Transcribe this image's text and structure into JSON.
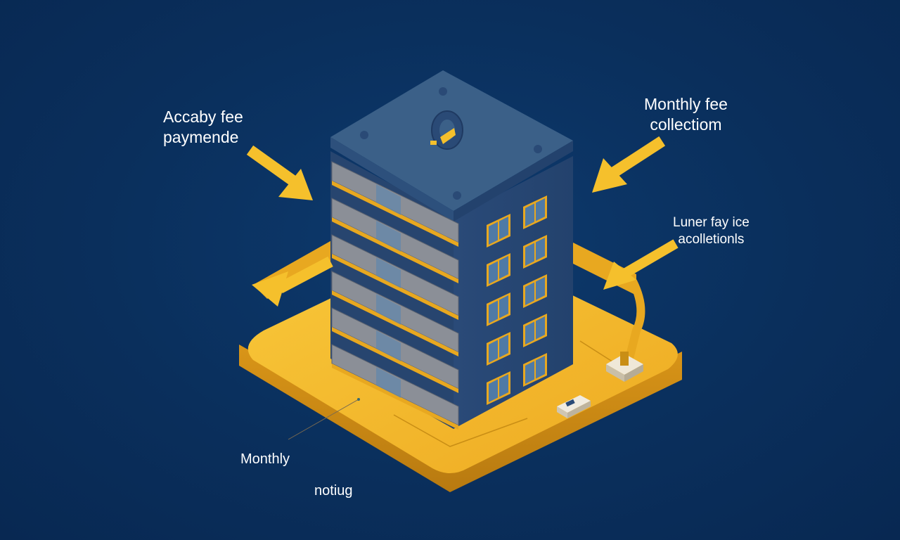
{
  "labels": {
    "top_left": {
      "line1": "Accaby fee",
      "line2": "paymende"
    },
    "top_right": {
      "line1": "Monthly fee",
      "line2": "collectiom"
    },
    "right": {
      "line1": "Luner fay ice",
      "line2": "acolletionls"
    },
    "bottom_monthly": "Monthly",
    "bottom_notiug": "notiug"
  },
  "colors": {
    "background": "#0a2f5c",
    "platform": "#f2b32b",
    "building": "#2c4e7e",
    "arrow": "#f5c02c",
    "text": "#ffffff"
  },
  "icons": [
    "coin-icon",
    "arrow-icon",
    "meter-icon",
    "remote-device-icon"
  ]
}
